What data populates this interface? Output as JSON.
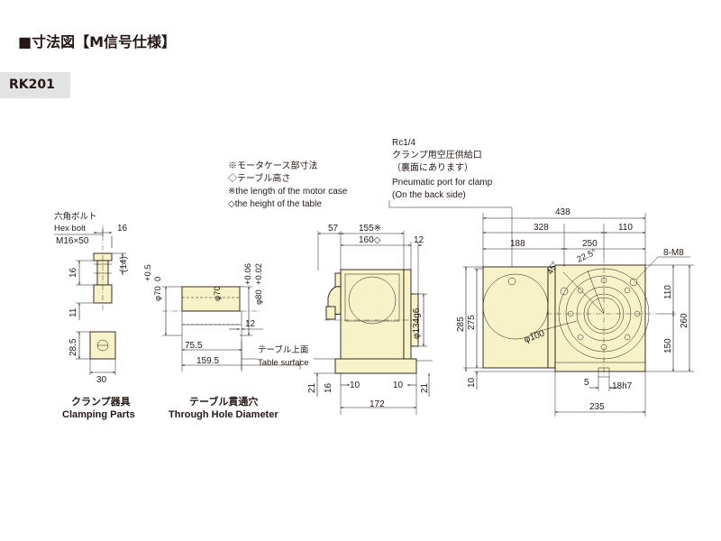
{
  "title": "■寸法図【M信号仕様】",
  "model": "RK201",
  "clamping": {
    "hex_label_ja": "六角ボルト",
    "hex_label_en": "Hex bolt",
    "bolt_size": "M16×50",
    "d16a": "16",
    "d14": "(14)",
    "d16b": "16",
    "d11": "11",
    "d28_5": "28.5",
    "d30": "30",
    "caption_ja": "クランプ器具",
    "caption_en": "Clamping Parts"
  },
  "hole": {
    "tol_a": "+0.5",
    "tol_b": "0",
    "d70a": "φ70",
    "d70b": "φ70",
    "tol_c": "+0.06",
    "tol_d": "+0.02",
    "d80": "φ80",
    "d12": "12",
    "d75_5": "75.5",
    "d159_5": "159.5",
    "surface_ja": "テーブル上面",
    "surface_en": "Table surface",
    "caption_ja": "テーブル貫通穴",
    "caption_en": "Through Hole Diameter"
  },
  "notes": {
    "motor_ja": "※モータケース部寸法",
    "height_ja": "◇テーブル高さ",
    "motor_en": "※the length of the motor case",
    "height_en": "◇the height of the table"
  },
  "port": {
    "rc": "Rc1/4",
    "ja1": "クランプ用空圧供給口",
    "ja2": "（裏面にあります）",
    "en1": "Pneumatic port for clamp",
    "en2": "(On the back side)"
  },
  "side": {
    "d57": "57",
    "d155": "155※",
    "d160": "160◇",
    "d12": "12",
    "d134": "φ134g6",
    "d21a": "21",
    "d16": "16",
    "d10a": "10",
    "d10b": "10",
    "d21b": "21",
    "d172": "172"
  },
  "front": {
    "d438": "438",
    "d328": "328",
    "d110a": "110",
    "d188": "188",
    "d250": "250",
    "d8m8": "8-M8",
    "a45": "45°",
    "a22_5": "22.5°",
    "d285": "285",
    "d275": "275",
    "d100": "φ100",
    "d110b": "110",
    "d260": "260",
    "d150": "150",
    "d10": "10",
    "d5": "5",
    "d18h7": "18h7",
    "d235": "235"
  }
}
